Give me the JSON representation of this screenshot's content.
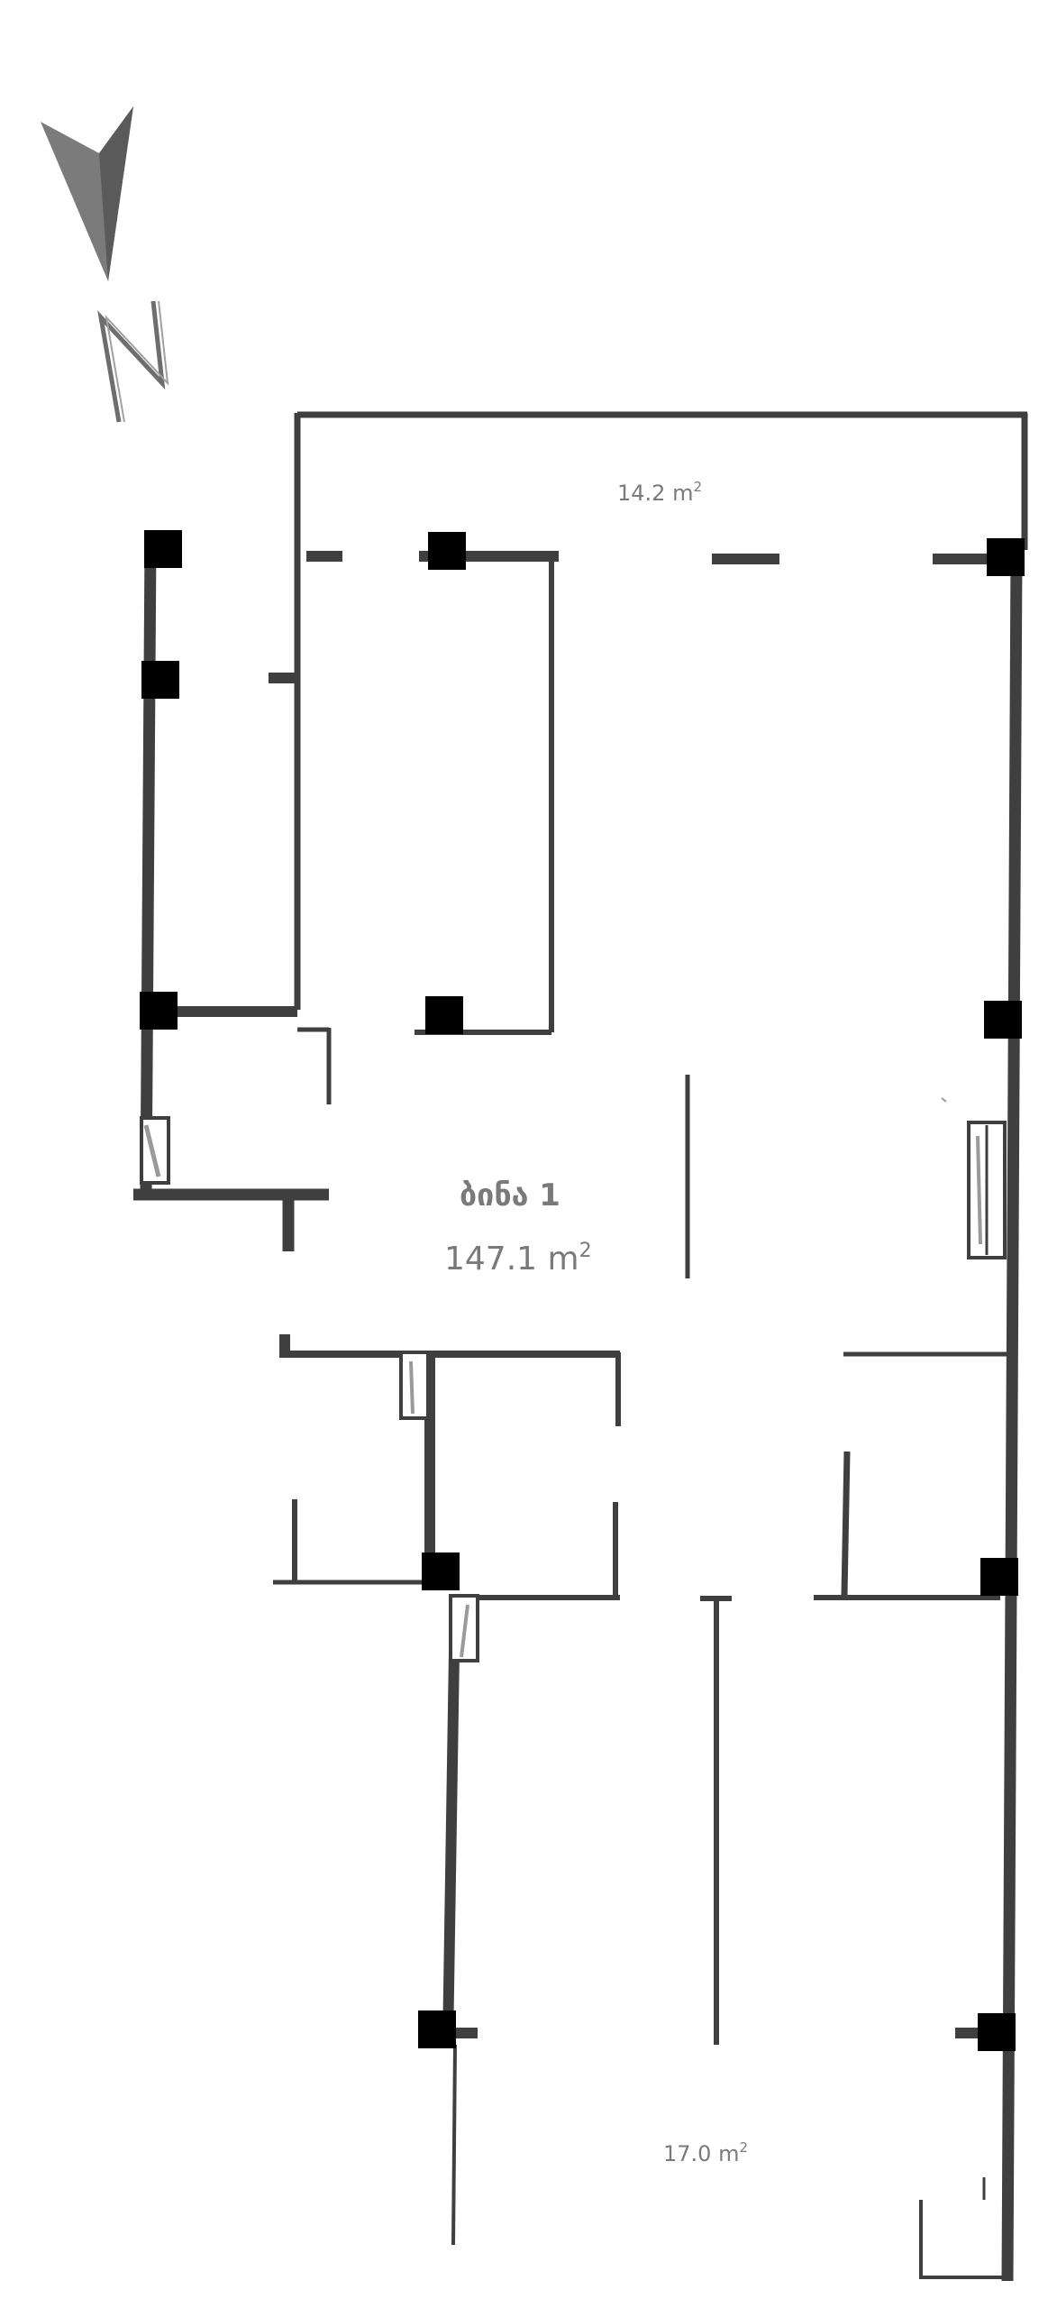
{
  "compass": {
    "letter": "N",
    "icon": "north-arrow-icon"
  },
  "rooms": {
    "top": {
      "area": "14.2 m",
      "sup": "2"
    },
    "main": {
      "name": "ბინა 1",
      "area": "147.1 m",
      "sup": "2"
    },
    "bottom": {
      "area": "17.0 m",
      "sup": "2"
    }
  },
  "colors": {
    "wall": "#3f3f3f",
    "column": "#000000",
    "text": "#7a7a7a",
    "background": "#ffffff"
  }
}
